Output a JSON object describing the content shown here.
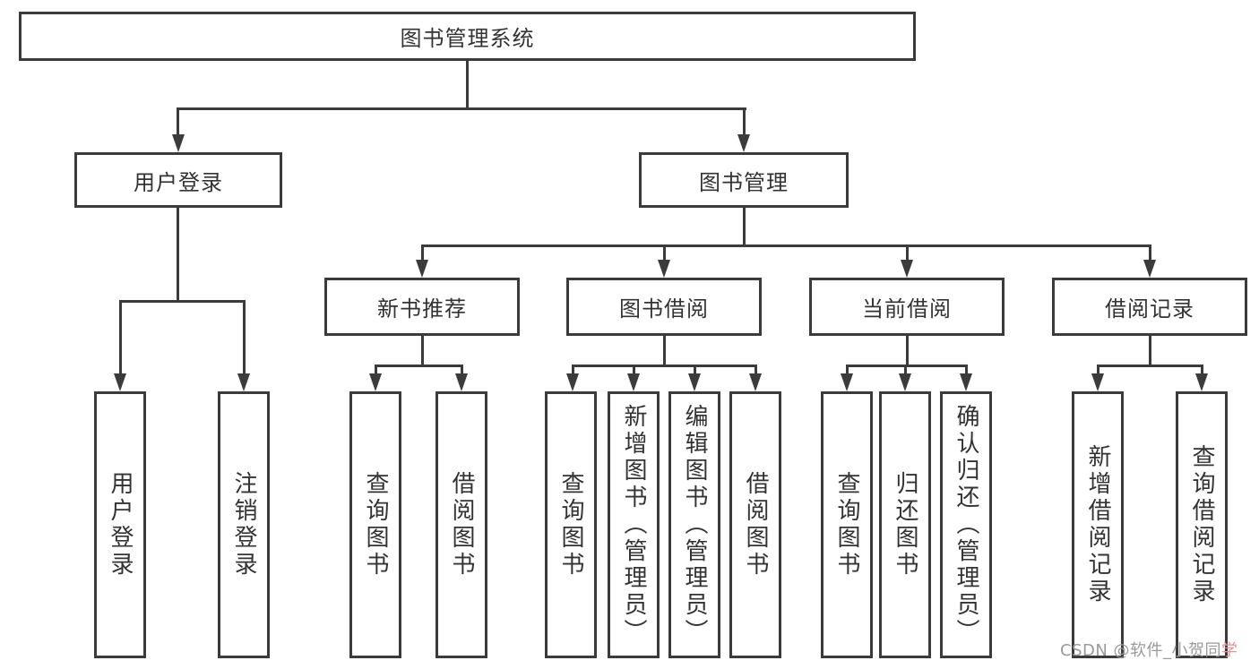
{
  "title": "图书管理系统",
  "tree": {
    "root": {
      "label": "图书管理系统"
    },
    "level2": [
      {
        "label": "用户登录"
      },
      {
        "label": "图书管理"
      }
    ],
    "level3": [
      {
        "label": "新书推荐"
      },
      {
        "label": "图书借阅"
      },
      {
        "label": "当前借阅"
      },
      {
        "label": "借阅记录"
      }
    ],
    "level4": {
      "user_login_children": [
        {
          "label": "用户登录"
        },
        {
          "label": "注销登录"
        }
      ],
      "new_book_children": [
        {
          "label": "查询图书"
        },
        {
          "label": "借阅图书"
        }
      ],
      "book_borrow_children": [
        {
          "label": "查询图书"
        },
        {
          "label": "新增图书（管理员）"
        },
        {
          "label": "编辑图书（管理员）"
        },
        {
          "label": "借阅图书"
        }
      ],
      "current_borrow_children": [
        {
          "label": "查询图书"
        },
        {
          "label": "归还图书"
        },
        {
          "label": "确认归还（管理员）"
        }
      ],
      "borrow_record_children": [
        {
          "label": "新增借阅记录"
        },
        {
          "label": "查询借阅记录"
        }
      ]
    }
  },
  "watermark": {
    "text_main": "CSDN @软件_小贺同",
    "text_accent": "学",
    "color_main": "#9a9a9a",
    "color_accent": "#ee8f94"
  },
  "colors": {
    "line": "#3b3b3b",
    "box_border": "#3b3b3b",
    "box_background": "#ffffff",
    "text": "#333333",
    "page_background": "#ffffff"
  }
}
